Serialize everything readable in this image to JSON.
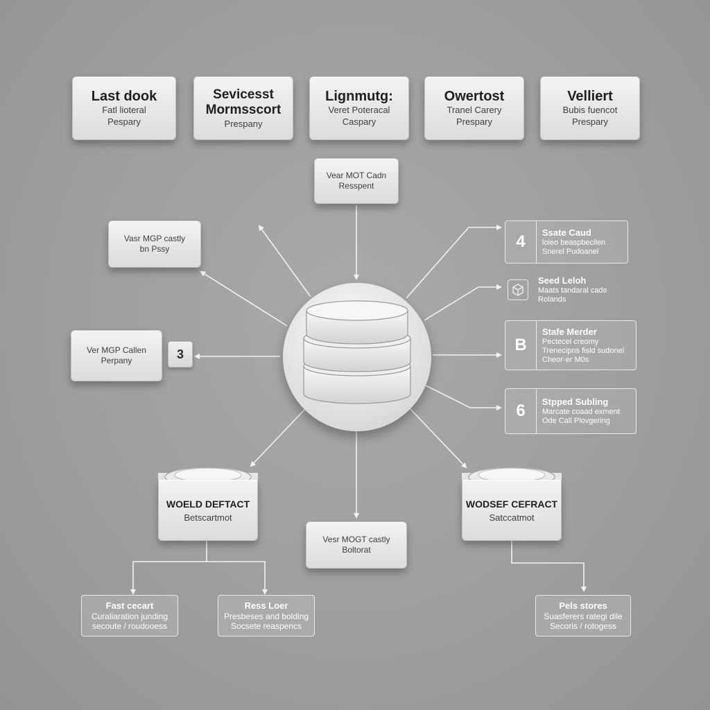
{
  "top_cards": [
    {
      "title": "Last dook",
      "lines": [
        "Fatl lioteral",
        "Pespary"
      ]
    },
    {
      "title": "Sevicesst Mormsscort",
      "lines": [
        "Prespany"
      ]
    },
    {
      "title": "Lignmutg:",
      "lines": [
        "Veret Poteracal",
        "Caspary"
      ]
    },
    {
      "title": "Owertost",
      "lines": [
        "Tranel Carery",
        "Prespary"
      ]
    },
    {
      "title": "Velliert",
      "lines": [
        "Bubis fuencot",
        "Prespary"
      ]
    }
  ],
  "center_top_card": {
    "lines": [
      "Vear MOT Cadn",
      "Resspent"
    ]
  },
  "left_cards": [
    {
      "lines": [
        "Vasr MGP castly",
        "bn Pssy"
      ]
    },
    {
      "lines": [
        "Ver MGP Callen",
        "Perpany"
      ]
    }
  ],
  "left_badge": "3",
  "right_items": [
    {
      "num": "4",
      "title": "Ssate Caud",
      "lines": [
        "loieo beaspbecilen",
        "Snerel Pudoanel"
      ]
    },
    {
      "num": "",
      "title": "Seed Leloh",
      "lines": [
        "Maats tandaral cade",
        "Rolands"
      ]
    },
    {
      "num": "B",
      "title": "Stafe Merder",
      "lines": [
        "Pectecel creomy",
        "Trenecipns fisld sudonel",
        "Cheor-er M0s"
      ]
    },
    {
      "num": "6",
      "title": "Stpped Subling",
      "lines": [
        "Marcate coaad exment",
        "Ode Call Plovgering"
      ]
    }
  ],
  "databases": [
    {
      "title": "WOELD DEFTACT",
      "subtitle": "Betscartmot"
    },
    {
      "title": "WODSEF CEFRACT",
      "subtitle": "Satccatmot"
    }
  ],
  "bottom_center_card": {
    "lines": [
      "Vesr MOGT castly",
      "Boltorat"
    ]
  },
  "bottom_items": [
    {
      "title": "Fast cecart",
      "lines": [
        "Curaliaration junding",
        "secoute / roudooess"
      ]
    },
    {
      "title": "Ress Loer",
      "lines": [
        "Presbeses and bolding",
        "Socsete reaspencs"
      ]
    },
    {
      "title": "Pels stores",
      "lines": [
        "Suasferers rategi dile",
        "Secoris / rotogess"
      ]
    }
  ]
}
